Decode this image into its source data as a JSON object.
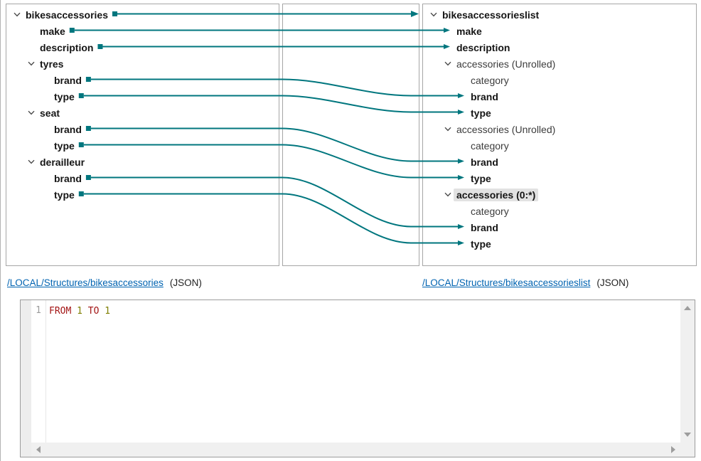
{
  "colors": {
    "accent": "#00767E",
    "link": "#0063B1",
    "highlight": "#E2E2E2",
    "keyword": "#A31515",
    "number": "#7F7F00"
  },
  "mapper": {
    "source_panel": {
      "rows": [
        {
          "label": "bikesaccessories",
          "level": 0,
          "chevron": true,
          "bold": true
        },
        {
          "label": "make",
          "level": 1,
          "chevron": false,
          "bold": true
        },
        {
          "label": "description",
          "level": 1,
          "chevron": false,
          "bold": true
        },
        {
          "label": "tyres",
          "level": 1,
          "chevron": true,
          "bold": true
        },
        {
          "label": "brand",
          "level": 2,
          "chevron": false,
          "bold": true
        },
        {
          "label": "type",
          "level": 2,
          "chevron": false,
          "bold": true
        },
        {
          "label": "seat",
          "level": 1,
          "chevron": true,
          "bold": true
        },
        {
          "label": "brand",
          "level": 2,
          "chevron": false,
          "bold": true
        },
        {
          "label": "type",
          "level": 2,
          "chevron": false,
          "bold": true
        },
        {
          "label": "derailleur",
          "level": 1,
          "chevron": true,
          "bold": true
        },
        {
          "label": "brand",
          "level": 2,
          "chevron": false,
          "bold": true
        },
        {
          "label": "type",
          "level": 2,
          "chevron": false,
          "bold": true
        }
      ]
    },
    "target_panel": {
      "rows": [
        {
          "label": "bikesaccessorieslist",
          "level": 0,
          "chevron": true,
          "bold": true
        },
        {
          "label": "make",
          "level": 1,
          "chevron": false,
          "bold": true
        },
        {
          "label": "description",
          "level": 1,
          "chevron": false,
          "bold": true
        },
        {
          "label": "accessories (Unrolled)",
          "level": 1,
          "chevron": true,
          "bold": false
        },
        {
          "label": "category",
          "level": 2,
          "chevron": false,
          "bold": false
        },
        {
          "label": "brand",
          "level": 2,
          "chevron": false,
          "bold": true
        },
        {
          "label": "type",
          "level": 2,
          "chevron": false,
          "bold": true
        },
        {
          "label": "accessories (Unrolled)",
          "level": 1,
          "chevron": true,
          "bold": false
        },
        {
          "label": "category",
          "level": 2,
          "chevron": false,
          "bold": false
        },
        {
          "label": "brand",
          "level": 2,
          "chevron": false,
          "bold": true
        },
        {
          "label": "type",
          "level": 2,
          "chevron": false,
          "bold": true
        },
        {
          "label": "accessories (0:*)",
          "level": 1,
          "chevron": true,
          "bold": true,
          "highlight": true
        },
        {
          "label": "category",
          "level": 2,
          "chevron": false,
          "bold": false
        },
        {
          "label": "brand",
          "level": 2,
          "chevron": false,
          "bold": true
        },
        {
          "label": "type",
          "level": 2,
          "chevron": false,
          "bold": true
        }
      ]
    },
    "mappings": [
      {
        "source": 0,
        "target": -1
      },
      {
        "source": 1,
        "target": 1
      },
      {
        "source": 2,
        "target": 2
      },
      {
        "source": 4,
        "target": 5
      },
      {
        "source": 5,
        "target": 6
      },
      {
        "source": 7,
        "target": 9
      },
      {
        "source": 8,
        "target": 10
      },
      {
        "source": 10,
        "target": 13
      },
      {
        "source": 11,
        "target": 14
      }
    ]
  },
  "footer": {
    "source_link": {
      "path": "/LOCAL/Structures/bikesaccessories",
      "format": "(JSON)"
    },
    "target_link": {
      "path": "/LOCAL/Structures/bikesaccessorieslist",
      "format": "(JSON)"
    }
  },
  "editor": {
    "line_number": "1",
    "code_tokens": [
      {
        "text": "FROM",
        "type": "keyword"
      },
      {
        "text": " ",
        "type": "plain"
      },
      {
        "text": "1",
        "type": "number"
      },
      {
        "text": " ",
        "type": "plain"
      },
      {
        "text": "TO",
        "type": "keyword"
      },
      {
        "text": " ",
        "type": "plain"
      },
      {
        "text": "1",
        "type": "number"
      }
    ]
  }
}
